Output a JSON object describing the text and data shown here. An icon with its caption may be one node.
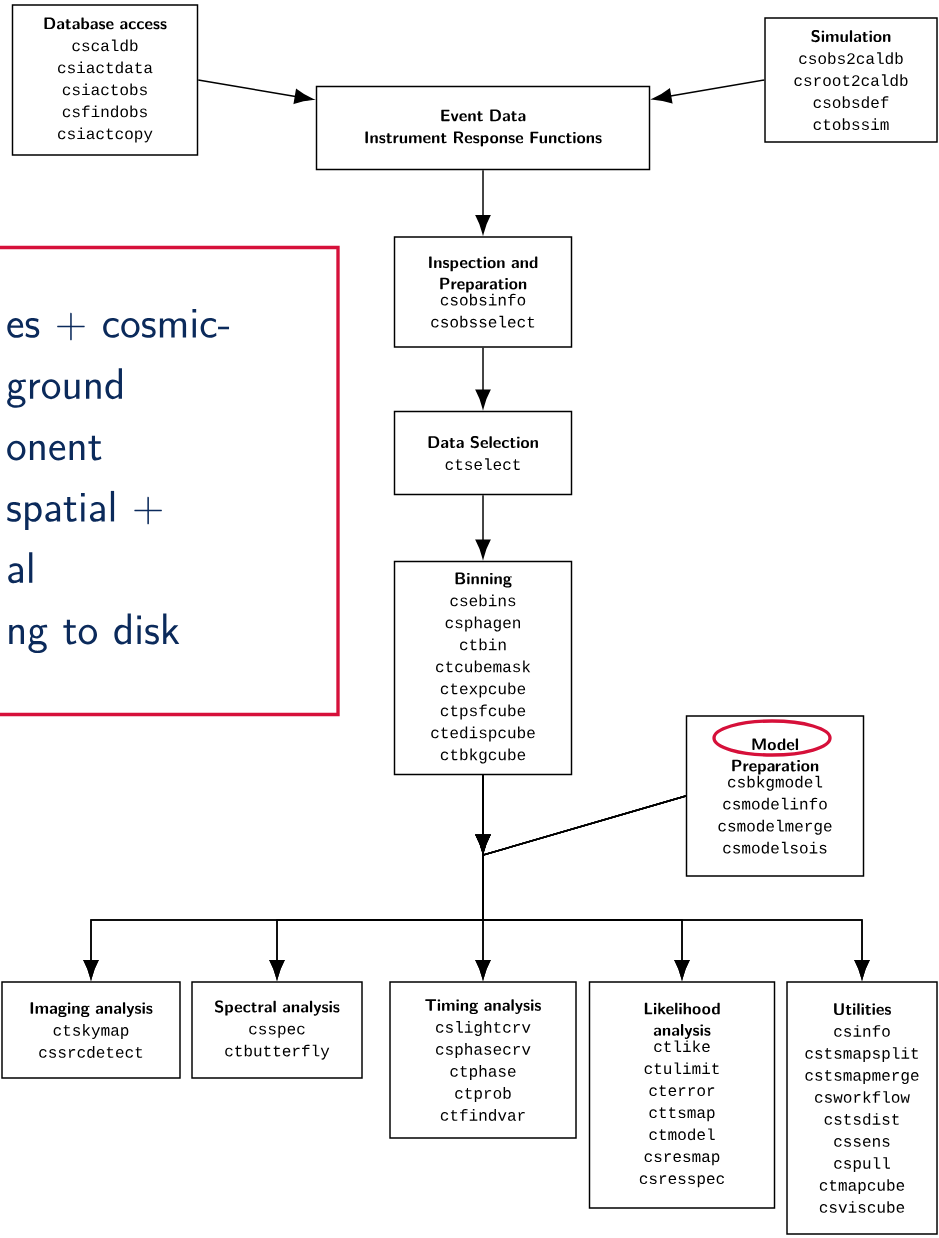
{
  "diagram": {
    "nodes": [
      {
        "text": [
          "Database access",
          "cscaldb",
          "csiactdata",
          "csiactobs",
          "csfindobs",
          "csiactcopy"
        ]
      },
      {
        "text": [
          "Simulation",
          "csobs2caldb",
          "csroot2caldb",
          "csobsdef",
          "ctobssim"
        ]
      },
      {
        "text": [
          "Event Data",
          "Instrument Response Functions"
        ]
      },
      {
        "text": [
          "es + cosmic-",
          "ground",
          "onent",
          "spatial +",
          "al",
          "ng to disk"
        ]
      },
      {
        "text": [
          "Inspection and Preparation",
          "csobsinfo",
          "csobsselect"
        ]
      },
      {
        "text": [
          "Data Selection",
          "ctselect"
        ]
      },
      {
        "text": [
          "Binning",
          "csebins",
          "csphagen",
          "ctbin",
          "ctcubemask",
          "ctexpcube",
          "ctpsfcube",
          "ctedispcube",
          "ctbkgcube"
        ]
      },
      {
        "text": [
          "Model Preparation",
          "csbkgmodel",
          "csmodelinfo",
          "csmodelmerge",
          "csmodelsois"
        ]
      },
      {
        "text": [
          "Imaging analysis",
          "ctskymap",
          "cssrcdetect"
        ]
      },
      {
        "text": [
          "Spectral analysis",
          "csspec",
          "ctbutterfly"
        ]
      },
      {
        "text": [
          "Timing analysis",
          "cslightcrv",
          "csphasecrv",
          "ctphase",
          "ctprob",
          "ctfindvar"
        ]
      },
      {
        "text": [
          "Likelihood analysis",
          "ctlike",
          "ctulimit",
          "cterror",
          "cttsmap",
          "ctmodel",
          "csresmap",
          "csresspec"
        ]
      },
      {
        "text": [
          "Utilities",
          "csinfo",
          "cstsmapsplit",
          "cstsmapmerge",
          "csworkflow",
          "cstsdist",
          "cssens",
          "cspull",
          "ctmapcube",
          "csviscube"
        ]
      }
    ],
    "edges": [
      {
        "from": 0,
        "to": 2,
        "arrow": "to"
      },
      {
        "from": 1,
        "to": 2,
        "arrow": "to"
      },
      {
        "from": 2,
        "to": 4,
        "arrow": "to"
      },
      {
        "from": 4,
        "to": 5,
        "arrow": "to"
      },
      {
        "from": 5,
        "to": 6,
        "arrow": "to"
      },
      {
        "from": 6,
        "to": 8,
        "arrow": "to"
      },
      {
        "from": 6,
        "to": 9,
        "arrow": "to"
      },
      {
        "from": 6,
        "to": 10,
        "arrow": "to"
      },
      {
        "from": 6,
        "to": 11,
        "arrow": "to"
      },
      {
        "from": 6,
        "to": 12,
        "arrow": "to"
      },
      {
        "from": 7,
        "to": 8,
        "arrow": "to"
      },
      {
        "from": 7,
        "to": 9,
        "arrow": "to"
      },
      {
        "from": 7,
        "to": 10,
        "arrow": "to"
      },
      {
        "from": 7,
        "to": 11,
        "arrow": "to"
      },
      {
        "from": 7,
        "to": 12,
        "arrow": "to"
      }
    ]
  }
}
